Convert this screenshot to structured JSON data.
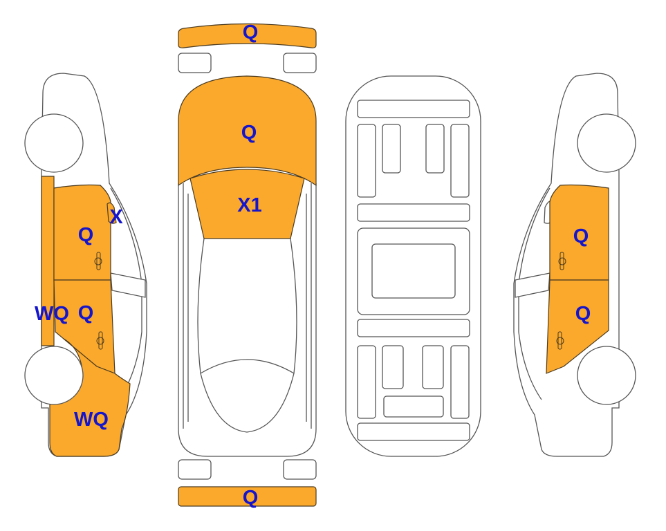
{
  "colors": {
    "damage_fill": "#FBA92C",
    "label": "#1515CC",
    "outline": "#555555"
  },
  "views": {
    "left_side": {
      "rear_quarter_window": "X",
      "rear_door": "Q",
      "rocker": "WQ",
      "front_door": "Q",
      "front_fender": "WQ"
    },
    "top": {
      "rear_bumper": "Q",
      "trunk": "Q",
      "rear_window": "X1",
      "front_bumper": "Q"
    },
    "right_side": {
      "rear_door": "Q",
      "front_door": "Q"
    }
  }
}
